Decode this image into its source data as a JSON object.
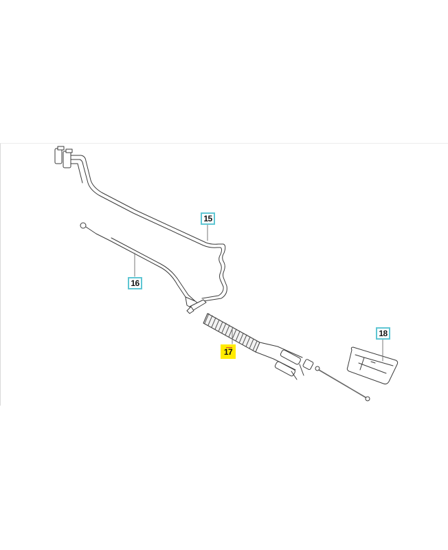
{
  "diagram": {
    "type": "exploded parts diagram",
    "colors": {
      "callout_border": "#5fc6d3",
      "highlight_fill": "#ffeb00",
      "line_art": "#333333",
      "background": "#ffffff"
    },
    "callouts": [
      {
        "id": "15",
        "label": "15",
        "part": "upper control cable with connector",
        "highlighted": false
      },
      {
        "id": "16",
        "label": "16",
        "part": "throttle cable",
        "highlighted": false
      },
      {
        "id": "17",
        "label": "17",
        "part": "cable protection spiral sleeve",
        "highlighted": true
      },
      {
        "id": "18",
        "label": "18",
        "part": "cover plate",
        "highlighted": false
      }
    ]
  }
}
